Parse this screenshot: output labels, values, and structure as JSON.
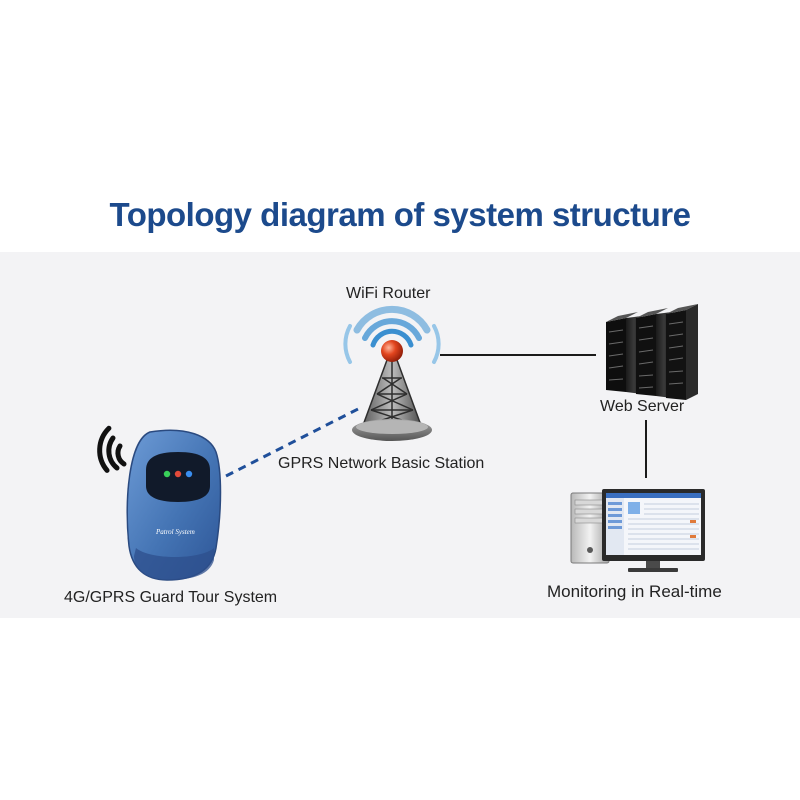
{
  "title": "Topology diagram of system structure",
  "nodes": {
    "router": "WiFi Router",
    "station": "GPRS Network Basic Station",
    "server": "Web Server",
    "monitor": "Monitoring in Real-time",
    "device": "4G/GPRS Guard Tour System",
    "device_brand": "Patrol System"
  },
  "icons": {
    "tower": "radio-tower-icon",
    "server": "server-rack-icon",
    "computer": "desktop-computer-icon",
    "device": "guard-tour-reader-icon"
  },
  "colors": {
    "title": "#1c4a8c",
    "wifi_waves": "#3a8fd0",
    "beacon": "#d23a18",
    "device_body": "#4a78b8",
    "dashed_link": "#1f4f9a"
  }
}
